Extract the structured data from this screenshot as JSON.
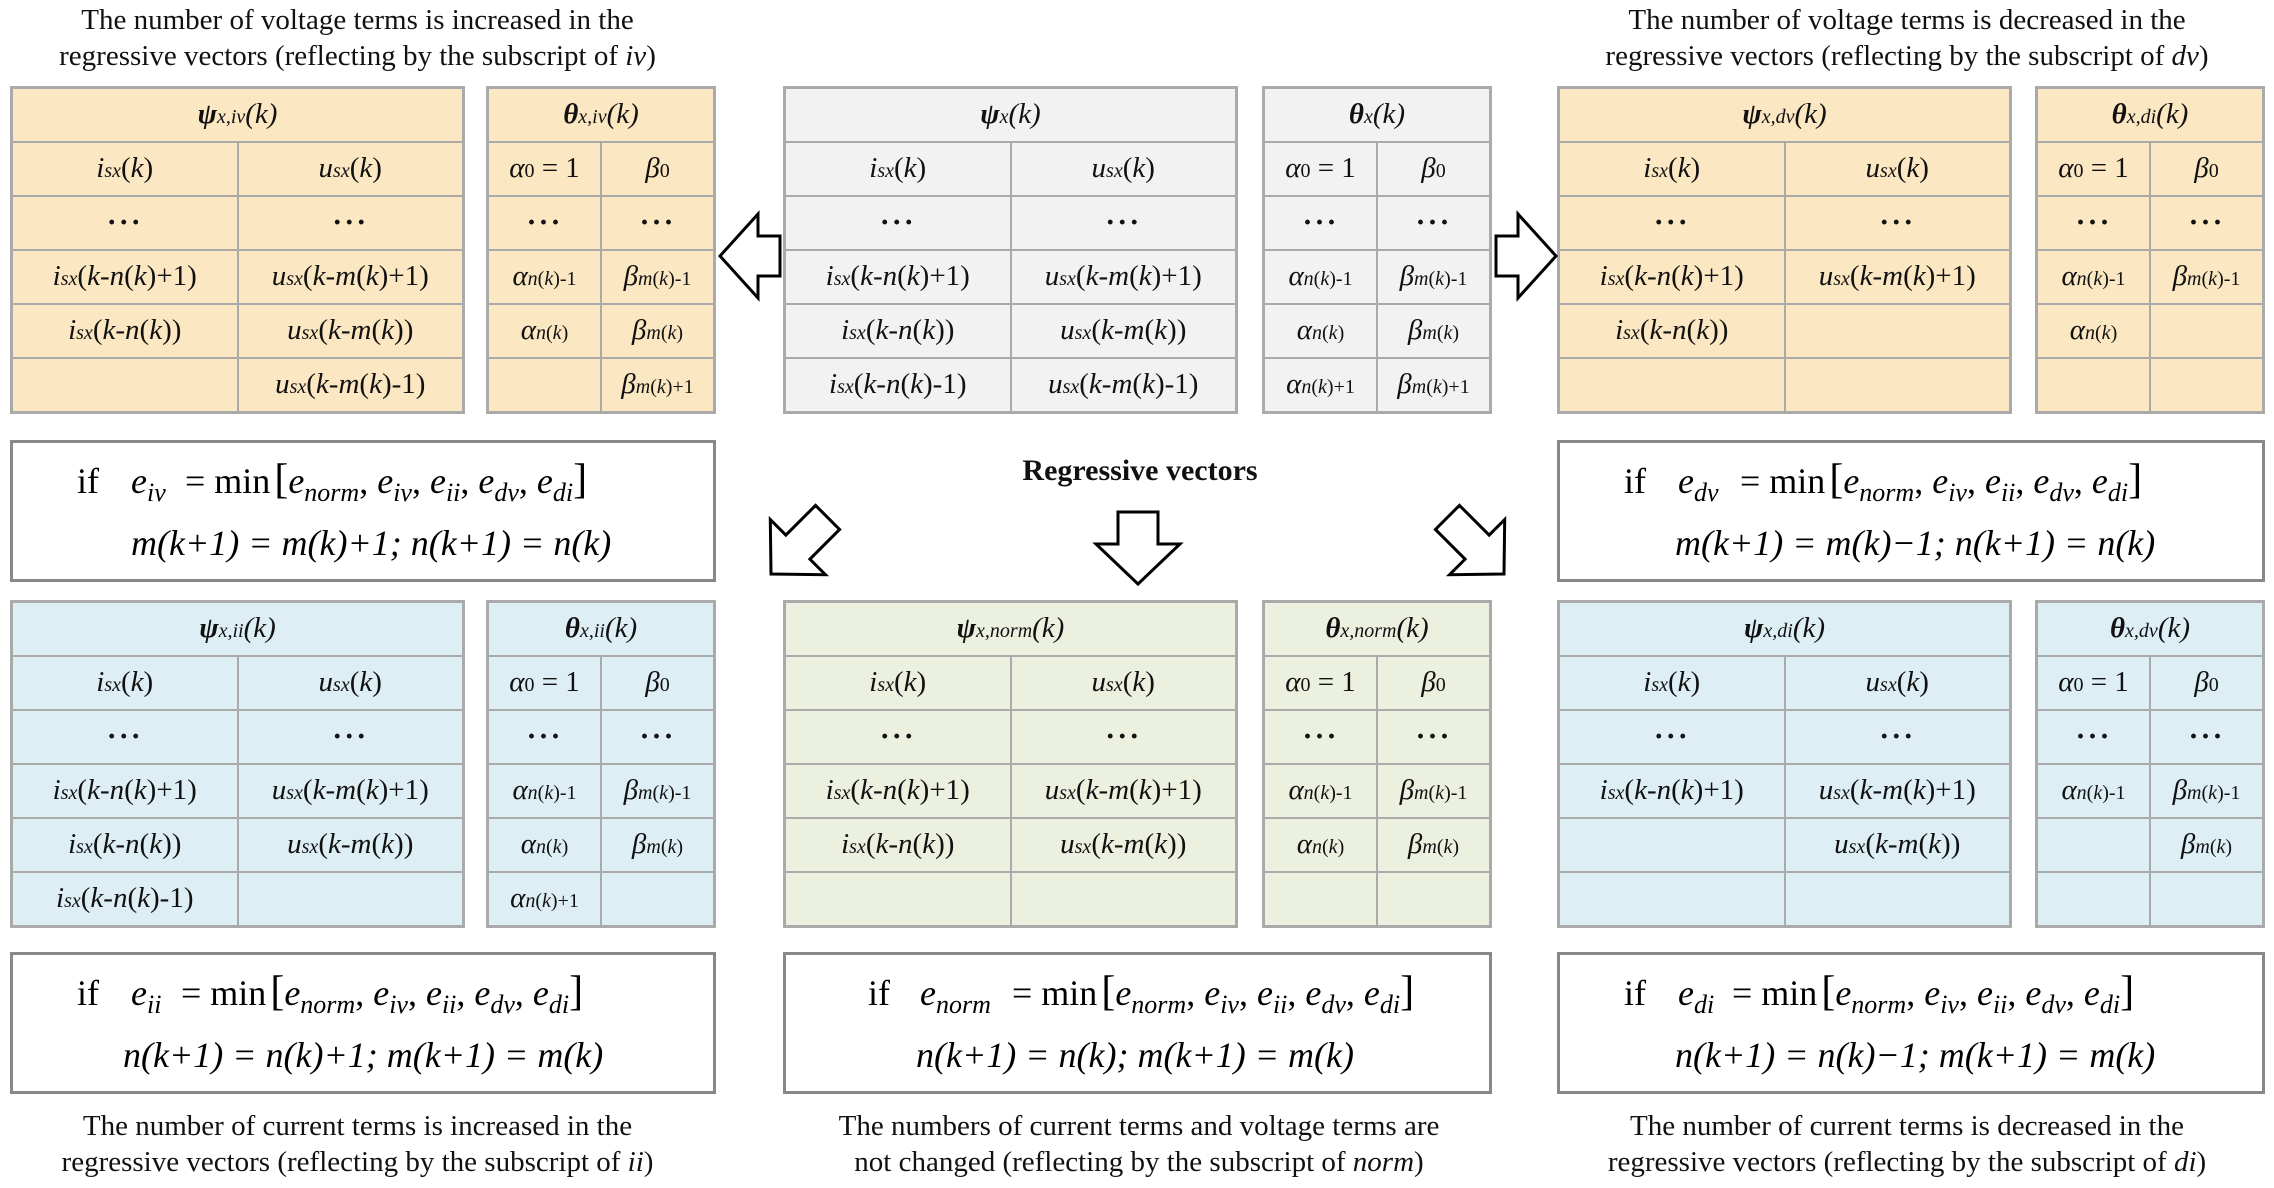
{
  "captions": {
    "top_left": [
      "The number of voltage terms is increased in the",
      "regressive vectors (reflecting by the subscript of ",
      "iv",
      ")"
    ],
    "top_right": [
      "The number of voltage terms is decreased in the",
      "regressive vectors (reflecting by the subscript of ",
      "dv",
      ")"
    ],
    "bottom_left": [
      "The number of current terms is increased in the",
      "regressive vectors (reflecting by the subscript of ",
      "ii",
      ")"
    ],
    "bottom_middle": [
      "The numbers of current terms and voltage terms are",
      "not changed (reflecting by the subscript of ",
      "norm",
      ")"
    ],
    "bottom_right": [
      "The number of current terms is decreased in the",
      "regressive vectors (reflecting by the subscript of ",
      "di",
      ")"
    ]
  },
  "center_label": "Regressive vectors",
  "psi_tables": {
    "iv": {
      "base": "ψ",
      "sub": "x,iv",
      "arg": "(k)"
    },
    "x": {
      "base": "ψ",
      "sub": "x",
      "arg": "(k)"
    },
    "dv": {
      "base": "ψ",
      "sub": "x,dv",
      "arg": "(k)"
    },
    "ii": {
      "base": "ψ",
      "sub": "x,ii",
      "arg": "(k)"
    },
    "norm": {
      "base": "ψ",
      "sub": "x,norm",
      "arg": "(k)"
    },
    "di": {
      "base": "ψ",
      "sub": "x,di",
      "arg": "(k)"
    }
  },
  "theta_tables": {
    "iv": {
      "base": "θ",
      "sub": "x,iv",
      "arg": "(k)"
    },
    "x": {
      "base": "θ",
      "sub": "x",
      "arg": "(k)"
    },
    "dv": {
      "base": "θ",
      "sub": "x,di",
      "arg": "(k)"
    },
    "ii": {
      "base": "θ",
      "sub": "x,ii",
      "arg": "(k)"
    },
    "norm": {
      "base": "θ",
      "sub": "x,norm",
      "arg": "(k)"
    },
    "di": {
      "base": "θ",
      "sub": "x,dv",
      "arg": "(k)"
    }
  },
  "conditions": {
    "iv": {
      "if": "if",
      "lhs": "e",
      "lhs_sub": "iv",
      "update": "m(k+1) = m(k)+1; n(k+1) = n(k)"
    },
    "dv": {
      "if": "if",
      "lhs": "e",
      "lhs_sub": "dv",
      "update": "m(k+1) = m(k)−1; n(k+1) = n(k)"
    },
    "ii": {
      "if": "if",
      "lhs": "e",
      "lhs_sub": "ii",
      "update": "n(k+1) = n(k)+1; m(k+1) = m(k)"
    },
    "norm": {
      "if": "if",
      "lhs": "e",
      "lhs_sub": "norm",
      "update": "n(k+1) = n(k); m(k+1) = m(k)"
    },
    "di": {
      "if": "if",
      "lhs": "e",
      "lhs_sub": "di",
      "update": "n(k+1) = n(k)−1; m(k+1) = m(k)"
    }
  },
  "min_expr": {
    "op": "= min",
    "terms": [
      "norm",
      "iv",
      "ii",
      "dv",
      "di"
    ]
  },
  "colors": {
    "yellow": "#fbe7c1",
    "gray": "#f2f2f2",
    "blue": "#ddeef5",
    "green": "#ebf0df",
    "grid": "#aaaaaa",
    "box_border": "#888888"
  }
}
